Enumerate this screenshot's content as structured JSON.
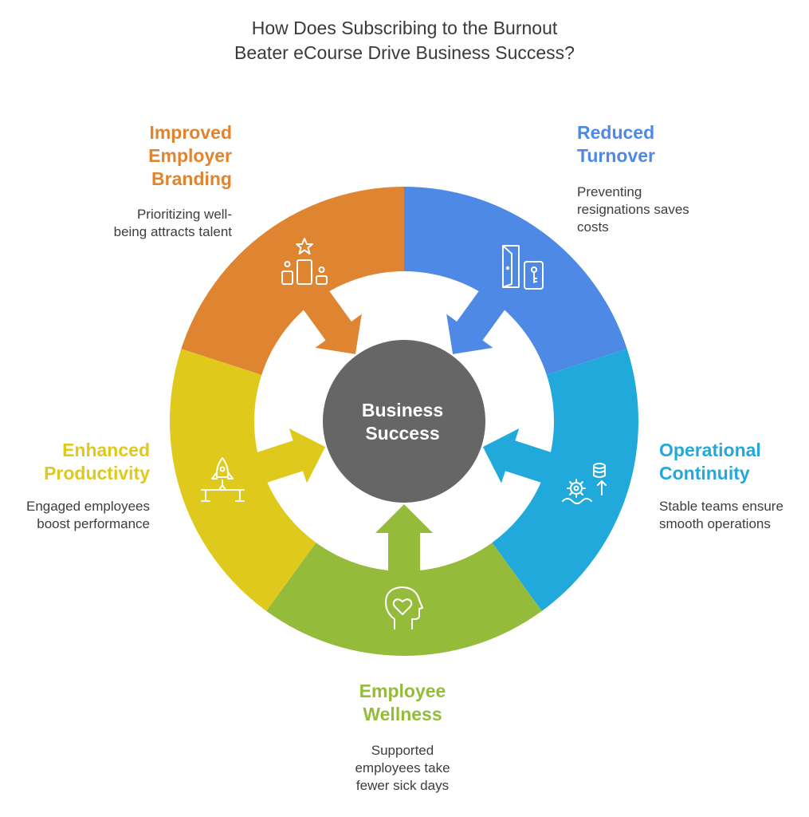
{
  "title": {
    "line1": "How Does Subscribing to the Burnout",
    "line2": "Beater eCourse Drive Business Success?"
  },
  "center": {
    "line1": "Business",
    "line2": "Success",
    "color": "#666666"
  },
  "segments": [
    {
      "key": "reduced_turnover",
      "color": "#4e89e6",
      "icon": "door-key-icon",
      "heading": [
        "Reduced",
        "Turnover"
      ],
      "description": [
        "Preventing",
        "resignations saves",
        "costs"
      ]
    },
    {
      "key": "operational_continuity",
      "color": "#21a9db",
      "icon": "gear-database-icon",
      "heading": [
        "Operational",
        "Continuity"
      ],
      "description": [
        "Stable teams ensure",
        "smooth operations"
      ]
    },
    {
      "key": "employee_wellness",
      "color": "#94bc3a",
      "icon": "heart-head-icon",
      "heading": [
        "Employee",
        "Wellness"
      ],
      "description": [
        "Supported",
        "employees take",
        "fewer sick days"
      ]
    },
    {
      "key": "enhanced_productivity",
      "color": "#dfc91c",
      "icon": "rocket-icon",
      "heading": [
        "Enhanced",
        "Productivity"
      ],
      "description": [
        "Engaged employees",
        "boost performance"
      ]
    },
    {
      "key": "improved_employer_branding",
      "color": "#df8430",
      "icon": "star-podium-icon",
      "heading": [
        "Improved",
        "Employer",
        "Branding"
      ],
      "description": [
        "Prioritizing well-",
        "being attracts talent"
      ]
    }
  ]
}
